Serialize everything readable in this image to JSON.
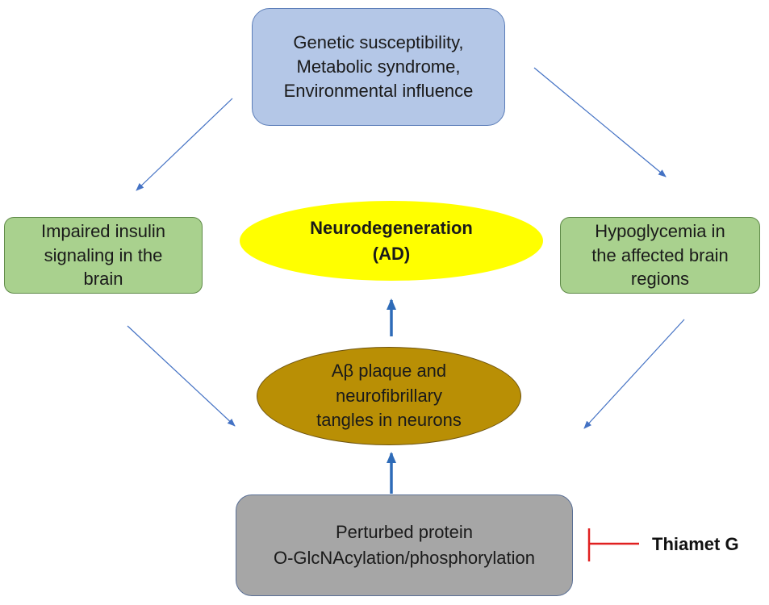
{
  "nodes": {
    "causes": "Genetic susceptibility,\nMetabolic syndrome,\nEnvironmental influence",
    "insulin": "Impaired insulin\nsignaling  in the\nbrain",
    "hypoglycemia": "Hypoglycemia in\nthe affected brain\nregions",
    "neurodegeneration": "Neurodegeneration\n(AD)",
    "plaque": "Aβ plaque and\nneurofibrillary\ntangles in neurons",
    "perturbed": "Perturbed protein\nO-GlcNAcylation/phosphorylation"
  },
  "inhibitor": {
    "label": "Thiamet G"
  },
  "colors": {
    "causes_fill": "#b4c7e7",
    "green_fill": "#a9d18e",
    "neuro_fill": "#ffff00",
    "plaque_fill": "#b98f05",
    "perturbed_fill": "#a6a6a6",
    "thin_arrow": "#4472c4",
    "thick_arrow": "#2e6bb8",
    "inhibit": "#e02020"
  }
}
